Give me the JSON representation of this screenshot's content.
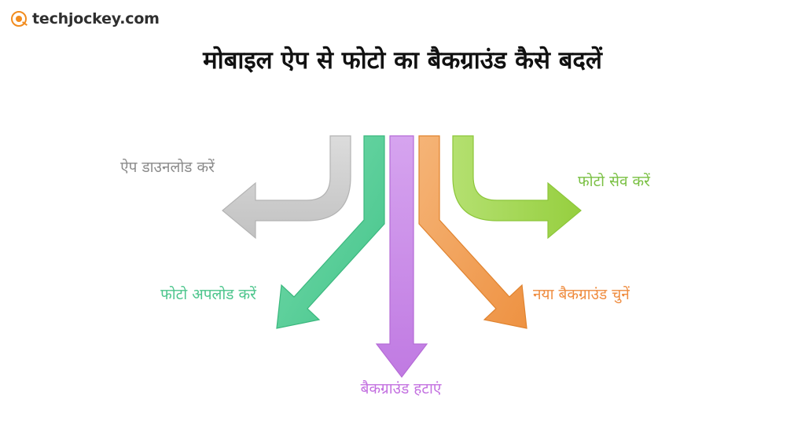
{
  "brand": {
    "name": "techjockey.com",
    "logo_icon": "techjockey-circle-icon",
    "accent_color": "#f28c1e"
  },
  "header": {
    "title": "मोबाइल ऐप से फोटो का बैकग्राउंड कैसे बदलें"
  },
  "diagram": {
    "type": "arrow-flow",
    "branches": [
      {
        "id": "app-download",
        "label": "ऐप डाउनलोड करें",
        "color": "#c9c9c9",
        "text_color": "#8a8a8a",
        "direction": "left"
      },
      {
        "id": "photo-upload",
        "label": "फोटो अपलोड करें",
        "color": "#5ecf9a",
        "text_color": "#4cc58c",
        "direction": "down-left"
      },
      {
        "id": "background-remove",
        "label": "बैकग्राउंड हटाएं",
        "color": "#c98ae8",
        "text_color": "#c370e0",
        "direction": "down"
      },
      {
        "id": "new-background",
        "label": "नया बैकग्राउंड चुनें",
        "color": "#f0a057",
        "text_color": "#ef8c3f",
        "direction": "down-right"
      },
      {
        "id": "photo-save",
        "label": "फोटो सेव करें",
        "color": "#9ed44e",
        "text_color": "#7ac043",
        "direction": "right"
      }
    ]
  }
}
